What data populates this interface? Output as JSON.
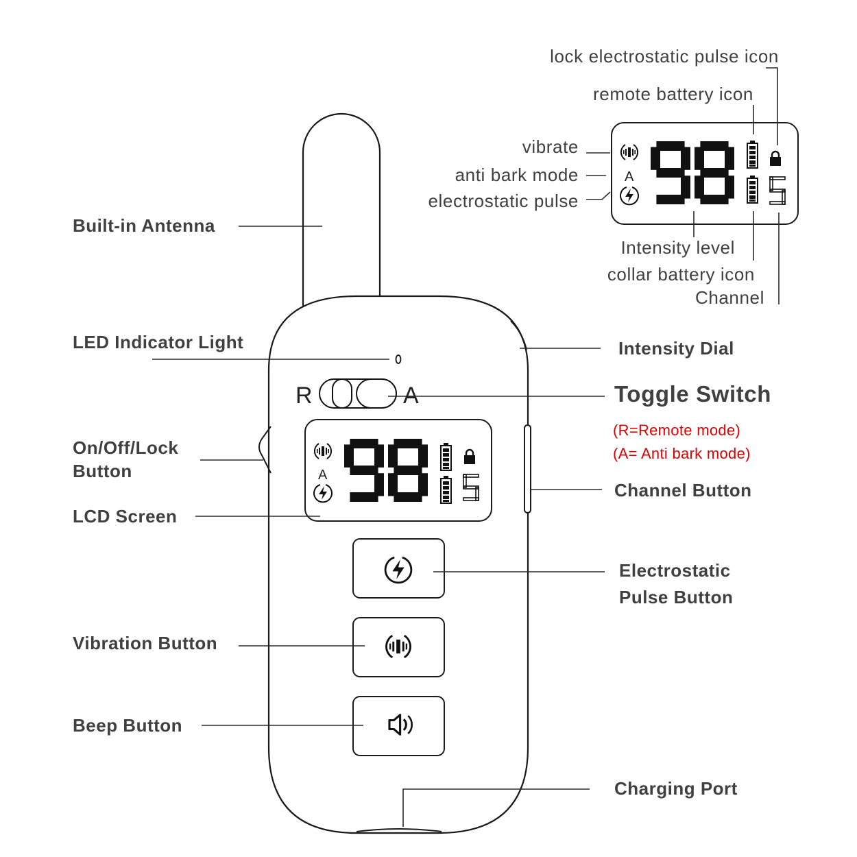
{
  "callouts": {
    "antenna": "Built-in Antenna",
    "led": "LED Indicator Light",
    "power_l1": "On/Off/Lock",
    "power_l2": "Button",
    "lcd": "LCD Screen",
    "vibration": "Vibration Button",
    "beep": "Beep Button",
    "dial": "Intensity Dial",
    "toggle": "Toggle Switch",
    "toggle_note_r": "(R=Remote mode)",
    "toggle_note_a": "(A= Anti bark mode)",
    "channel_button": "Channel Button",
    "pulse_l1": "Electrostatic",
    "pulse_l2": "Pulse Button",
    "charging": "Charging Port"
  },
  "lcd_legend": {
    "lock_icon": "lock electrostatic pulse icon",
    "remote_battery": "remote battery icon",
    "vibrate": "vibrate",
    "anti_bark": "anti bark mode",
    "pulse": "electrostatic pulse",
    "intensity": "Intensity level",
    "collar_battery": "collar battery icon",
    "channel": "Channel"
  },
  "device": {
    "switch_left": "R",
    "switch_right": "A",
    "mode_letter": "A",
    "intensity_value": "98",
    "channel_value": "5"
  },
  "colors": {
    "outline": "#1a1a1a",
    "label": "#404040",
    "note": "#e00000"
  },
  "icons": [
    "lightning-icon",
    "vibrate-icon",
    "speaker-icon",
    "lock-icon",
    "battery-icon"
  ]
}
